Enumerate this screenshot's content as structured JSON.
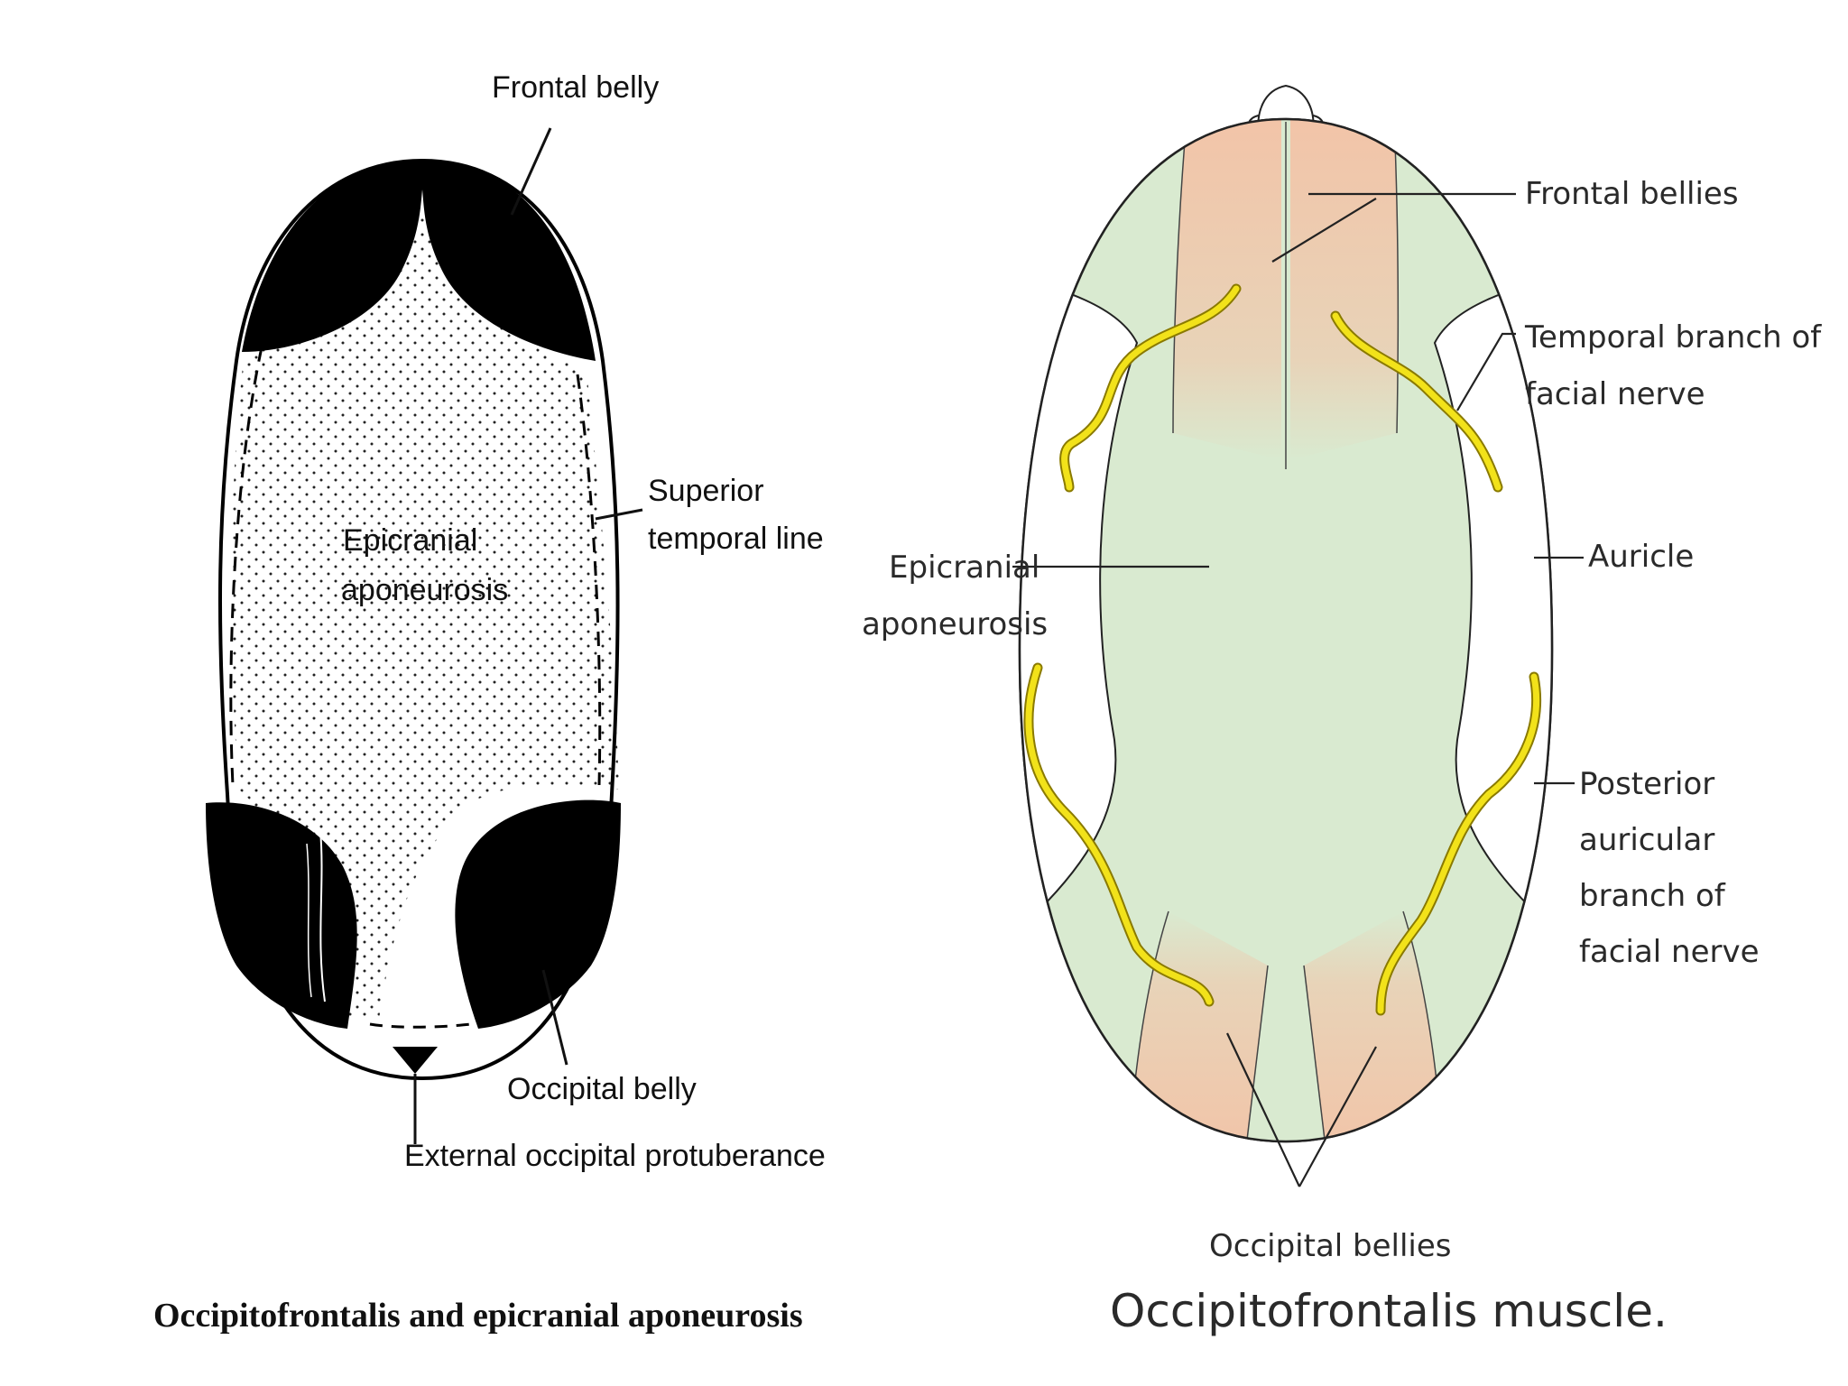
{
  "left_figure": {
    "labels": {
      "frontal_belly": "Frontal belly",
      "superior_temporal_line_1": "Superior",
      "superior_temporal_line_2": "temporal line",
      "epicranial_aponeurosis_1": "Epicranial",
      "epicranial_aponeurosis_2": "aponeurosis",
      "occipital_belly": "Occipital belly",
      "external_occipital_protuberance": "External occipital protuberance"
    },
    "caption": "Occipitofrontalis and epicranial aponeurosis",
    "colors": {
      "muscle": "#000000",
      "aponeurosis": "#ffffff"
    }
  },
  "right_figure": {
    "labels": {
      "frontal_bellies": "Frontal bellies",
      "temporal_branch_1": "Temporal branch of",
      "temporal_branch_2": "facial nerve",
      "auricle": "Auricle",
      "epicranial_aponeurosis_1": "Epicranial",
      "epicranial_aponeurosis_2": "aponeurosis",
      "posterior_auricular_1": "Posterior",
      "posterior_auricular_2": "auricular",
      "posterior_auricular_3": "branch of",
      "posterior_auricular_4": "facial nerve",
      "occipital_bellies": "Occipital bellies"
    },
    "caption": "Occipitofrontalis muscle.",
    "colors": {
      "aponeurosis": "#d9ead0",
      "muscle": "#f2c4a8",
      "nerve": "#f2e21a",
      "nerve_outline": "#8a7a00"
    }
  }
}
